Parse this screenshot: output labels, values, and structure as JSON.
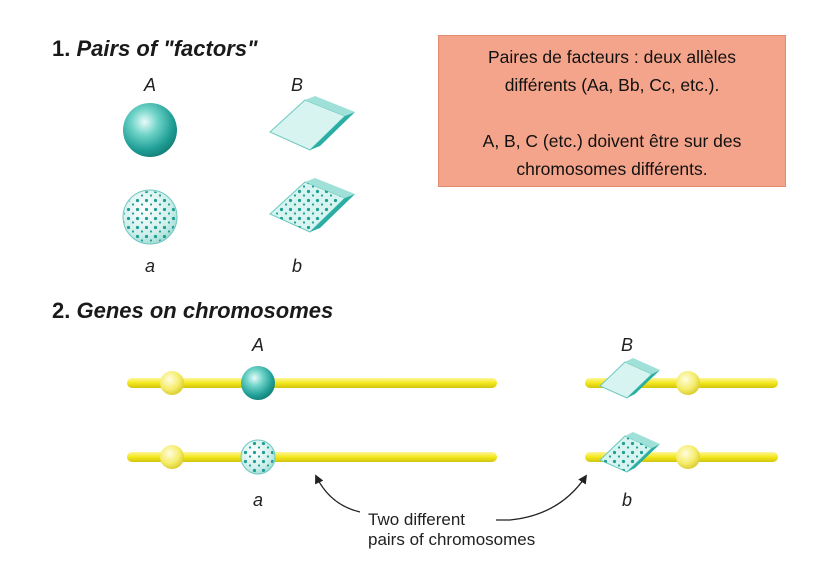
{
  "section1": {
    "number": "1.",
    "title": "Pairs of \"factors\""
  },
  "section2": {
    "number": "2.",
    "title": "Genes on chromosomes"
  },
  "note": {
    "line1": "Paires de facteurs : deux allèles",
    "line2": "différents (Aa, Bb, Cc, etc.).",
    "line3": "A, B, C (etc.) doivent être sur des",
    "line4": "chromosomes  différents."
  },
  "labels": {
    "top_A": "A",
    "top_B": "B",
    "top_a": "a",
    "top_b": "b",
    "chrom_A": "A",
    "chrom_a": "a",
    "chrom_B": "B",
    "chrom_b": "b"
  },
  "callout": {
    "line1": "Two different",
    "line2": "pairs of chromosomes"
  },
  "colors": {
    "chromosome": "#f2e81c",
    "teal": "#2aaea3",
    "note_bg": "#f4a48a"
  }
}
